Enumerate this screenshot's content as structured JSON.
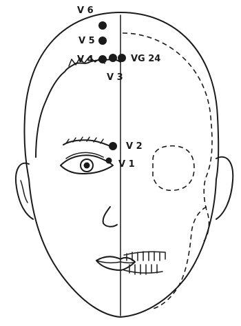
{
  "points": [
    {
      "id": "v6",
      "label": "V 6"
    },
    {
      "id": "v5",
      "label": "V 5"
    },
    {
      "id": "v4",
      "label": "V 4"
    },
    {
      "id": "vg24",
      "label": "VG 24"
    },
    {
      "id": "v3",
      "label": "V 3"
    },
    {
      "id": "v2",
      "label": "V 2"
    },
    {
      "id": "v1",
      "label": "V 1"
    }
  ]
}
